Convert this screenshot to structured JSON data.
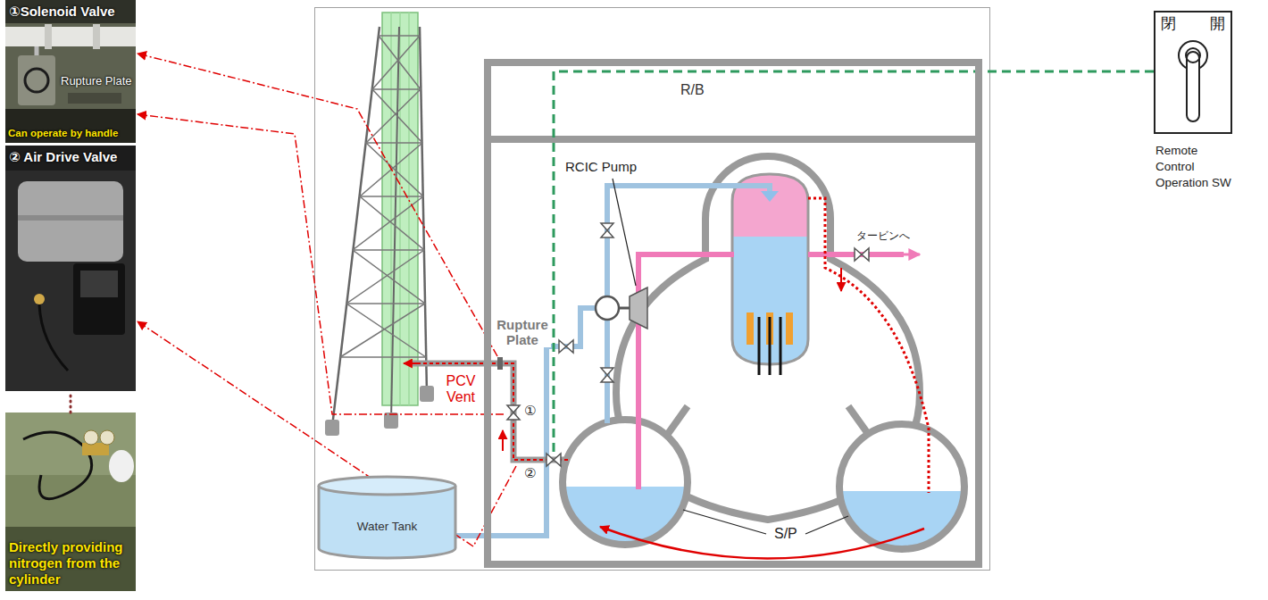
{
  "diagram": {
    "nodes": [
      {
        "text": [
          "①Solenoid Valve",
          "Rupture Plate",
          "Can operate by handle"
        ]
      },
      {
        "text": [
          "② Air Drive Valve"
        ]
      },
      {
        "text": [
          "Directly providing nitrogen from the cylinder"
        ]
      },
      {
        "text": [
          "R/B"
        ]
      },
      {
        "text": [
          "Water Tank"
        ]
      },
      {
        "text": [
          "閉",
          "開",
          "Remote Control Operation SW"
        ]
      }
    ],
    "edges": [
      {
        "from": 2,
        "to": 1,
        "arrow": "none"
      }
    ],
    "labels": [
      "RCIC Pump",
      "タービンへ",
      "Rupture Plate",
      "PCV Vent",
      "①",
      "②",
      "S/P"
    ]
  }
}
